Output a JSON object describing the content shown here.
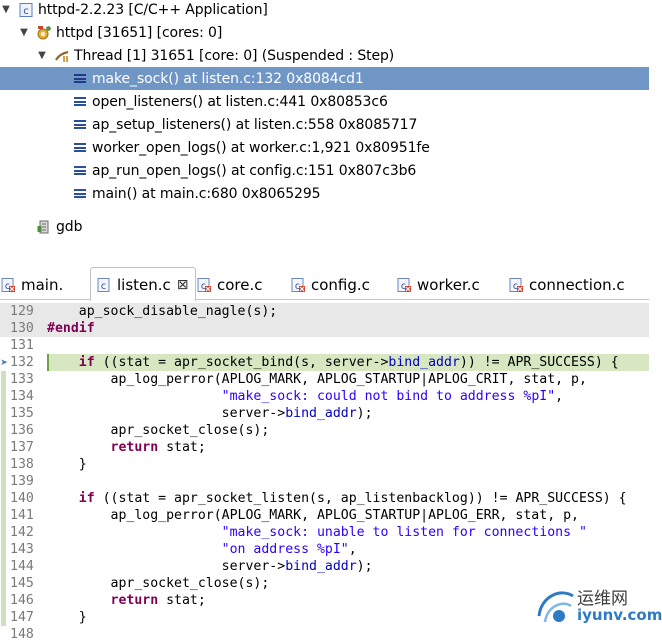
{
  "debug_tree": {
    "items": [
      {
        "label": "httpd-2.2.23 [C/C++ Application]",
        "icon": "c-app-launch-icon",
        "twisty": "expanded",
        "depth": 0
      },
      {
        "label": "httpd [31651] [cores: 0]",
        "icon": "process-icon",
        "twisty": "expanded",
        "depth": 1
      },
      {
        "label": "Thread [1] 31651 [core: 0] (Suspended : Step)",
        "icon": "suspended-thread-icon",
        "twisty": "expanded",
        "depth": 2
      },
      {
        "label": "make_sock() at listen.c:132 0x8084cd1",
        "icon": "stack-frame-icon",
        "selected": true,
        "depth": 3
      },
      {
        "label": "open_listeners() at listen.c:441 0x80853c6",
        "icon": "stack-frame-icon",
        "depth": 3
      },
      {
        "label": "ap_setup_listeners() at listen.c:558 0x8085717",
        "icon": "stack-frame-icon",
        "depth": 3
      },
      {
        "label": "worker_open_logs() at worker.c:1,921 0x80951fe",
        "icon": "stack-frame-icon",
        "depth": 3
      },
      {
        "label": "ap_run_open_logs() at config.c:151 0x807c3b6",
        "icon": "stack-frame-icon",
        "depth": 3
      },
      {
        "label": "main() at main.c:680 0x8065295",
        "icon": "stack-frame-icon",
        "depth": 3
      },
      {
        "label": "gdb",
        "icon": "gdb-icon",
        "depth": 1
      }
    ]
  },
  "tabs": [
    {
      "label": "main.",
      "active": false
    },
    {
      "label": "listen.c",
      "active": true,
      "closable": true
    },
    {
      "label": "core.c",
      "active": false
    },
    {
      "label": "config.c",
      "active": false
    },
    {
      "label": "worker.c",
      "active": false
    },
    {
      "label": "connection.c",
      "active": false
    }
  ],
  "editor": {
    "current_line": 132,
    "lines": [
      {
        "n": "129",
        "shaded": true,
        "tokens": [
          [
            "",
            "    ap_sock_disable_nagle(s);"
          ]
        ]
      },
      {
        "n": "130",
        "shaded": true,
        "tokens": [
          [
            "mac",
            "#endif"
          ]
        ]
      },
      {
        "n": "131",
        "tokens": []
      },
      {
        "n": "132",
        "current": true,
        "tokens": [
          [
            "",
            "    "
          ],
          [
            "kw",
            "if"
          ],
          [
            "",
            " ((stat = apr_socket_bind(s, server->"
          ],
          [
            "fld",
            "bind_addr"
          ],
          [
            "",
            ")) != APR_SUCCESS) {"
          ]
        ]
      },
      {
        "n": "133",
        "tokens": [
          [
            "",
            "        ap_log_perror(APLOG_MARK, APLOG_STARTUP|APLOG_CRIT, stat, p,"
          ]
        ]
      },
      {
        "n": "134",
        "tokens": [
          [
            "",
            "                      "
          ],
          [
            "str",
            "\"make_sock: could not bind to address %pI\""
          ],
          [
            "",
            ","
          ]
        ]
      },
      {
        "n": "135",
        "tokens": [
          [
            "",
            "                      server->"
          ],
          [
            "fld",
            "bind_addr"
          ],
          [
            "",
            ");"
          ]
        ]
      },
      {
        "n": "136",
        "tokens": [
          [
            "",
            "        apr_socket_close(s);"
          ]
        ]
      },
      {
        "n": "137",
        "tokens": [
          [
            "",
            "        "
          ],
          [
            "kw",
            "return"
          ],
          [
            "",
            " stat;"
          ]
        ]
      },
      {
        "n": "138",
        "tokens": [
          [
            "",
            "    }"
          ]
        ]
      },
      {
        "n": "139",
        "tokens": []
      },
      {
        "n": "140",
        "tokens": [
          [
            "",
            "    "
          ],
          [
            "kw",
            "if"
          ],
          [
            "",
            " ((stat = apr_socket_listen(s, ap_listenbacklog)) != APR_SUCCESS) {"
          ]
        ]
      },
      {
        "n": "141",
        "tokens": [
          [
            "",
            "        ap_log_perror(APLOG_MARK, APLOG_STARTUP|APLOG_ERR, stat, p,"
          ]
        ]
      },
      {
        "n": "142",
        "tokens": [
          [
            "",
            "                      "
          ],
          [
            "str",
            "\"make_sock: unable to listen for connections \""
          ]
        ]
      },
      {
        "n": "143",
        "tokens": [
          [
            "",
            "                      "
          ],
          [
            "str",
            "\"on address %pI\""
          ],
          [
            "",
            ","
          ]
        ]
      },
      {
        "n": "144",
        "tokens": [
          [
            "",
            "                      server->"
          ],
          [
            "fld",
            "bind_addr"
          ],
          [
            "",
            ");"
          ]
        ]
      },
      {
        "n": "145",
        "tokens": [
          [
            "",
            "        apr_socket_close(s);"
          ]
        ]
      },
      {
        "n": "146",
        "tokens": [
          [
            "",
            "        "
          ],
          [
            "kw",
            "return"
          ],
          [
            "",
            " stat;"
          ]
        ]
      },
      {
        "n": "147",
        "tokens": [
          [
            "",
            "    }"
          ]
        ]
      },
      {
        "n": "148",
        "tokens": []
      }
    ]
  },
  "watermark": {
    "text_cn": "运维网",
    "text_en": "iyunv.com"
  },
  "colors": {
    "selection": "#7096c6",
    "current_line": "#d7e7c2",
    "keyword": "#7f0055",
    "string": "#2a00ff",
    "field": "#0000c0"
  }
}
